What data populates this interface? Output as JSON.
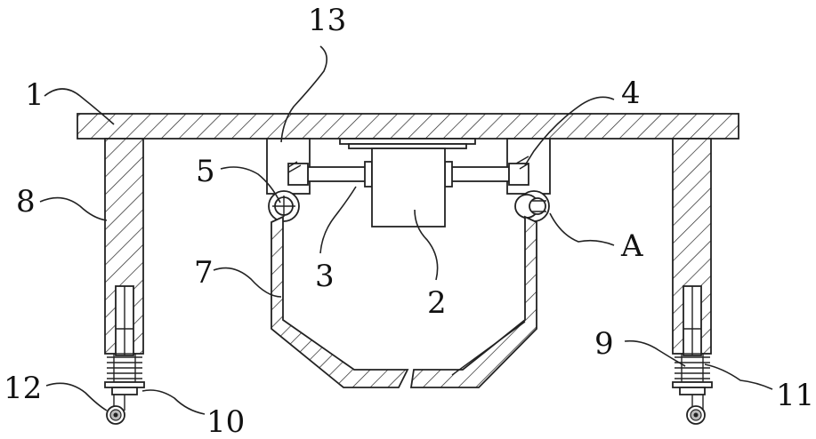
{
  "labels": {
    "l1": "1",
    "l2": "2",
    "l3": "3",
    "l4": "4",
    "l5": "5",
    "l7": "7",
    "l8": "8",
    "l9": "9",
    "l10": "10",
    "l11": "11",
    "l12": "12",
    "l13": "13",
    "lA": "A"
  }
}
